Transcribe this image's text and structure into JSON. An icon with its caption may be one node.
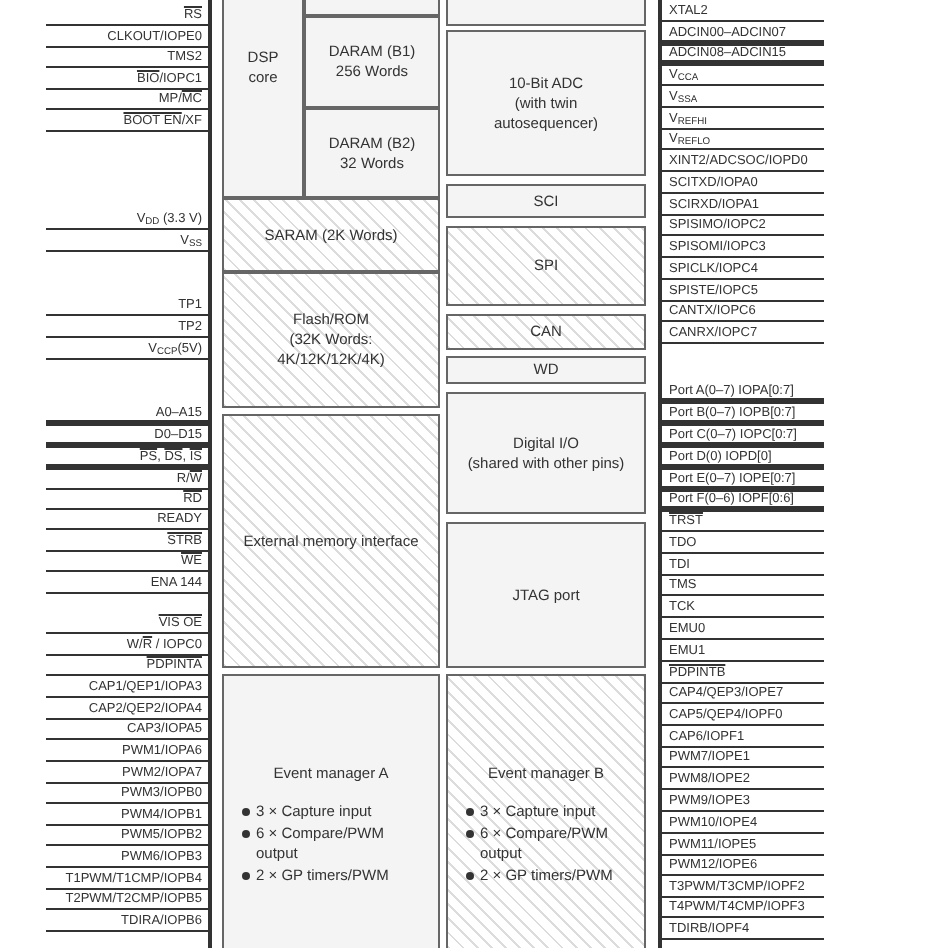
{
  "diagram": {
    "nodes": [
      {
        "text": [
          "DSP core"
        ]
      },
      {
        "text": [],
        "shape": "box"
      },
      {
        "text": [
          "DARAM (B1) 256 Words"
        ]
      },
      {
        "text": [
          "DARAM (B2) 32 Words"
        ]
      },
      {
        "text": [
          "SARAM (2K Words)"
        ]
      },
      {
        "text": [
          "Flash/ROM",
          "(32K Words: 4K/12K/12K/4K)"
        ]
      },
      {
        "text": [
          "External memory interface"
        ]
      },
      {
        "text": [
          "Event manager A",
          "3 × Capture input",
          "6 × Compare/PWM output",
          "2 × GP timers/PWM"
        ]
      },
      {
        "text": [],
        "shape": "box"
      },
      {
        "text": [
          "10-Bit ADC",
          "(with twin autosequencer)"
        ]
      },
      {
        "text": [
          "SCI"
        ]
      },
      {
        "text": [
          "SPI"
        ]
      },
      {
        "text": [
          "CAN"
        ]
      },
      {
        "text": [
          "WD"
        ]
      },
      {
        "text": [
          "Digital I/O",
          "(shared with other pins)"
        ]
      },
      {
        "text": [
          "JTAG port"
        ]
      },
      {
        "text": [
          "Event manager B",
          "3 × Capture input",
          "6 × Compare/PWM output",
          "2 × GP timers/PWM"
        ]
      },
      {
        "text": [],
        "shape": "bar"
      },
      {
        "text": [],
        "shape": "bar"
      }
    ],
    "edges": [
      {
        "from": null,
        "to": 17,
        "arrow": "none",
        "label": "RS"
      },
      {
        "from": null,
        "to": 17,
        "arrow": "none",
        "label": "CLKOUT/IOPE0"
      },
      {
        "from": null,
        "to": 17,
        "arrow": "none",
        "label": "TMS2"
      },
      {
        "from": null,
        "to": 17,
        "arrow": "none",
        "label": "BIO/IOPC1"
      },
      {
        "from": null,
        "to": 17,
        "arrow": "none",
        "label": "MP/MC"
      },
      {
        "from": null,
        "to": 17,
        "arrow": "none",
        "label": "BOOT EN/XF"
      },
      {
        "from": null,
        "to": 17,
        "arrow": "none",
        "label": "V$_{DD}$ (3.3 V)"
      },
      {
        "from": null,
        "to": 17,
        "arrow": "none",
        "label": "V$_{SS}$"
      },
      {
        "from": null,
        "to": 17,
        "arrow": "none",
        "label": "TP1"
      },
      {
        "from": null,
        "to": 17,
        "arrow": "none",
        "label": "TP2"
      },
      {
        "from": null,
        "to": 17,
        "arrow": "none",
        "label": "V$_{CCP}$(5V)"
      },
      {
        "from": null,
        "to": 17,
        "arrow": "none",
        "label": "A0–A15",
        "style": "thick"
      },
      {
        "from": null,
        "to": 17,
        "arrow": "none",
        "label": "D0–D15",
        "style": "thick"
      },
      {
        "from": null,
        "to": 17,
        "arrow": "none",
        "label": "PS, DS, IS",
        "style": "thick"
      },
      {
        "from": null,
        "to": 17,
        "arrow": "none",
        "label": "R/W"
      },
      {
        "from": null,
        "to": 17,
        "arrow": "none",
        "label": "RD"
      },
      {
        "from": null,
        "to": 17,
        "arrow": "none",
        "label": "READY"
      },
      {
        "from": null,
        "to": 17,
        "arrow": "none",
        "label": "STRB"
      },
      {
        "from": null,
        "to": 17,
        "arrow": "none",
        "label": "WE"
      },
      {
        "from": null,
        "to": 17,
        "arrow": "none",
        "label": "ENA 144"
      },
      {
        "from": null,
        "to": 17,
        "arrow": "none",
        "label": "VIS OE"
      },
      {
        "from": null,
        "to": 17,
        "arrow": "none",
        "label": "W/R / IOPC0"
      },
      {
        "from": null,
        "to": 17,
        "arrow": "none",
        "label": "PDPINTA"
      },
      {
        "from": null,
        "to": 17,
        "arrow": "none",
        "label": "CAP1/QEP1/IOPA3"
      },
      {
        "from": null,
        "to": 17,
        "arrow": "none",
        "label": "CAP2/QEP2/IOPA4"
      },
      {
        "from": null,
        "to": 17,
        "arrow": "none",
        "label": "CAP3/IOPA5"
      },
      {
        "from": null,
        "to": 17,
        "arrow": "none",
        "label": "PWM1/IOPA6"
      },
      {
        "from": null,
        "to": 17,
        "arrow": "none",
        "label": "PWM2/IOPA7"
      },
      {
        "from": null,
        "to": 17,
        "arrow": "none",
        "label": "PWM3/IOPB0"
      },
      {
        "from": null,
        "to": 17,
        "arrow": "none",
        "label": "PWM4/IOPB1"
      },
      {
        "from": null,
        "to": 17,
        "arrow": "none",
        "label": "PWM5/IOPB2"
      },
      {
        "from": null,
        "to": 17,
        "arrow": "none",
        "label": "PWM6/IOPB3"
      },
      {
        "from": null,
        "to": 17,
        "arrow": "none",
        "label": "T1PWM/T1CMP/IOPB4"
      },
      {
        "from": null,
        "to": 17,
        "arrow": "none",
        "label": "T2PWM/T2CMP/IOPB5"
      },
      {
        "from": null,
        "to": 17,
        "arrow": "none",
        "label": "TDIRA/IOPB6"
      },
      {
        "from": null,
        "to": 18,
        "arrow": "none",
        "label": "XTAL2"
      },
      {
        "from": null,
        "to": 18,
        "arrow": "none",
        "label": "ADCIN00–ADCIN07",
        "style": "thick"
      },
      {
        "from": null,
        "to": 18,
        "arrow": "none",
        "label": "ADCIN08–ADCIN15",
        "style": "thick"
      },
      {
        "from": null,
        "to": 18,
        "arrow": "none",
        "label": "V$_{CCA}$"
      },
      {
        "from": null,
        "to": 18,
        "arrow": "none",
        "label": "V$_{SSA}$"
      },
      {
        "from": null,
        "to": 18,
        "arrow": "none",
        "label": "V$_{REFHI}$"
      },
      {
        "from": null,
        "to": 18,
        "arrow": "none",
        "label": "V$_{REFLO}$"
      },
      {
        "from": null,
        "to": 18,
        "arrow": "none",
        "label": "XINT2/ADCSOC/IOPD0"
      },
      {
        "from": null,
        "to": 18,
        "arrow": "none",
        "label": "SCITXD/IOPA0"
      },
      {
        "from": null,
        "to": 18,
        "arrow": "none",
        "label": "SCIRXD/IOPA1"
      },
      {
        "from": null,
        "to": 18,
        "arrow": "none",
        "label": "SPISIMO/IOPC2"
      },
      {
        "from": null,
        "to": 18,
        "arrow": "none",
        "label": "SPISOMI/IOPC3"
      },
      {
        "from": null,
        "to": 18,
        "arrow": "none",
        "label": "SPICLK/IOPC4"
      },
      {
        "from": null,
        "to": 18,
        "arrow": "none",
        "label": "SPISTE/IOPC5"
      },
      {
        "from": null,
        "to": 18,
        "arrow": "none",
        "label": "CANTX/IOPC6"
      },
      {
        "from": null,
        "to": 18,
        "arrow": "none",
        "label": "CANRX/IOPC7"
      },
      {
        "from": null,
        "to": 18,
        "arrow": "none",
        "label": "Port A(0–7) IOPA[0:7]",
        "style": "thick"
      },
      {
        "from": null,
        "to": 18,
        "arrow": "none",
        "label": "Port B(0–7) IOPB[0:7]",
        "style": "thick"
      },
      {
        "from": null,
        "to": 18,
        "arrow": "none",
        "label": "Port C(0–7) IOPC[0:7]",
        "style": "thick"
      },
      {
        "from": null,
        "to": 18,
        "arrow": "none",
        "label": "Port D(0) IOPD[0]",
        "style": "thick"
      },
      {
        "from": null,
        "to": 18,
        "arrow": "none",
        "label": "Port E(0–7) IOPE[0:7]",
        "style": "thick"
      },
      {
        "from": null,
        "to": 18,
        "arrow": "none",
        "label": "Port F(0–6) IOPF[0:6]",
        "style": "thick"
      },
      {
        "from": null,
        "to": 18,
        "arrow": "none",
        "label": "TRST"
      },
      {
        "from": null,
        "to": 18,
        "arrow": "none",
        "label": "TDO"
      },
      {
        "from": null,
        "to": 18,
        "arrow": "none",
        "label": "TDI"
      },
      {
        "from": null,
        "to": 18,
        "arrow": "none",
        "label": "TMS"
      },
      {
        "from": null,
        "to": 18,
        "arrow": "none",
        "label": "TCK"
      },
      {
        "from": null,
        "to": 18,
        "arrow": "none",
        "label": "EMU0"
      },
      {
        "from": null,
        "to": 18,
        "arrow": "none",
        "label": "EMU1"
      },
      {
        "from": null,
        "to": 18,
        "arrow": "none",
        "label": "PDPINTB"
      },
      {
        "from": null,
        "to": 18,
        "arrow": "none",
        "label": "CAP4/QEP3/IOPE7"
      },
      {
        "from": null,
        "to": 18,
        "arrow": "none",
        "label": "CAP5/QEP4/IOPF0"
      },
      {
        "from": null,
        "to": 18,
        "arrow": "none",
        "label": "CAP6/IOPF1"
      },
      {
        "from": null,
        "to": 18,
        "arrow": "none",
        "label": "PWM7/IOPE1"
      },
      {
        "from": null,
        "to": 18,
        "arrow": "none",
        "label": "PWM8/IOPE2"
      },
      {
        "from": null,
        "to": 18,
        "arrow": "none",
        "label": "PWM9/IOPE3"
      },
      {
        "from": null,
        "to": 18,
        "arrow": "none",
        "label": "PWM10/IOPE4"
      },
      {
        "from": null,
        "to": 18,
        "arrow": "none",
        "label": "PWM11/IOPE5"
      },
      {
        "from": null,
        "to": 18,
        "arrow": "none",
        "label": "PWM12/IOPE6"
      },
      {
        "from": null,
        "to": 18,
        "arrow": "none",
        "label": "T3PWM/T3CMP/IOPF2"
      },
      {
        "from": null,
        "to": 18,
        "arrow": "none",
        "label": "T4PWM/T4CMP/IOPF3"
      },
      {
        "from": null,
        "to": 18,
        "arrow": "none",
        "label": "TDIRB/IOPF4"
      }
    ]
  }
}
